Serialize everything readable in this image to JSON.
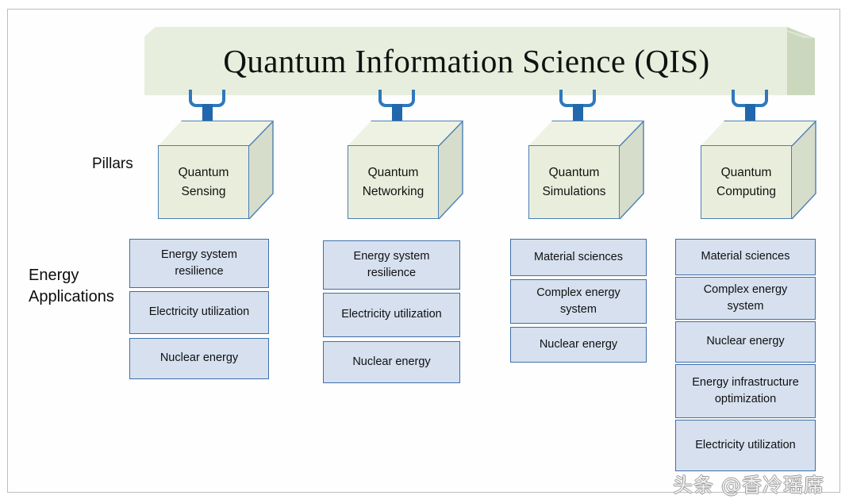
{
  "header": {
    "title": "Quantum Information Science (QIS)"
  },
  "side_labels": {
    "pillars": "Pillars",
    "energy_line1": "Energy",
    "energy_line2": "Applications"
  },
  "colors": {
    "slab_face": "#e7eedd",
    "slab_side": "#cbd8bd",
    "cube_front": "#e9eedc",
    "cube_top": "#eef2e3",
    "cube_right": "#d7ddcb",
    "cube_border": "#4a7fb5",
    "connector_blue": "#2167ab",
    "appbox_fill": "#d6e0ef",
    "appbox_border": "#3f6fa8",
    "frame_border": "#bdbdbd"
  },
  "columns": [
    {
      "pillar_line1": "Quantum",
      "pillar_line2": "Sensing",
      "applications": [
        {
          "line1": "Energy system",
          "line2": "resilience"
        },
        {
          "line1": "Electricity utilization",
          "line2": ""
        },
        {
          "line1": "Nuclear energy",
          "line2": ""
        }
      ]
    },
    {
      "pillar_line1": "Quantum",
      "pillar_line2": "Networking",
      "applications": [
        {
          "line1": "Energy system",
          "line2": "resilience"
        },
        {
          "line1": "Electricity utilization",
          "line2": ""
        },
        {
          "line1": "Nuclear energy",
          "line2": ""
        }
      ]
    },
    {
      "pillar_line1": "Quantum",
      "pillar_line2": "Simulations",
      "applications": [
        {
          "line1": "Material sciences",
          "line2": ""
        },
        {
          "line1": "Complex energy",
          "line2": "system"
        },
        {
          "line1": "Nuclear energy",
          "line2": ""
        }
      ]
    },
    {
      "pillar_line1": "Quantum",
      "pillar_line2": "Computing",
      "applications": [
        {
          "line1": "Material sciences",
          "line2": ""
        },
        {
          "line1": "Complex energy",
          "line2": "system"
        },
        {
          "line1": "Nuclear energy",
          "line2": ""
        },
        {
          "line1": "Energy infrastructure",
          "line2": "optimization"
        },
        {
          "line1": "Electricity utilization",
          "line2": ""
        }
      ]
    }
  ],
  "watermark": "头条 @香冷瑶席"
}
